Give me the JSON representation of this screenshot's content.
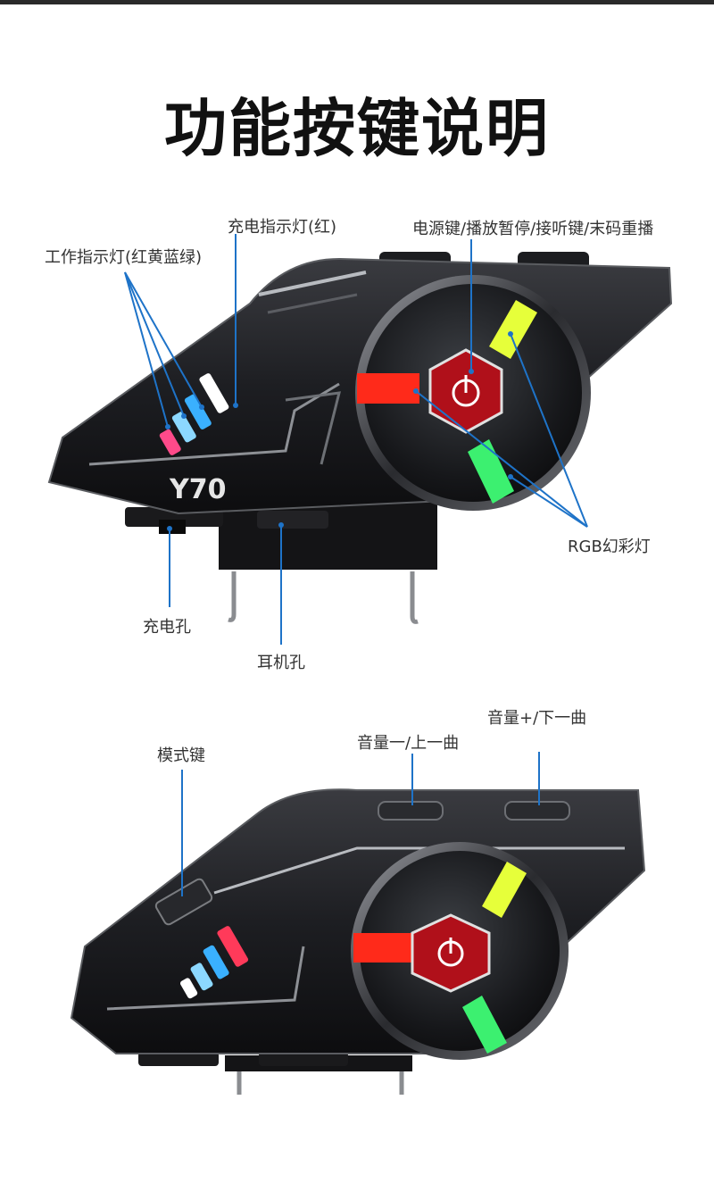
{
  "page": {
    "title": "功能按键说明"
  },
  "device_top": {
    "model_badge": "Y70",
    "labels": {
      "charge_indicator": "充电指示灯(红)",
      "work_indicator": "工作指示灯(红黄蓝绿)",
      "power_key": "电源键/播放暂停/接听键/末码重播",
      "rgb_light": "RGB幻彩灯",
      "charge_port": "充电孔",
      "earphone_port": "耳机孔"
    }
  },
  "device_bottom": {
    "labels": {
      "mode_key": "模式键",
      "volume_down": "音量一/上一曲",
      "volume_up": "音量+/下一曲"
    }
  },
  "colors": {
    "accent_line": "#1e73c8",
    "body_dark": "#1c1d20",
    "led_red": "#ff2a1a",
    "led_yellow": "#e6ff3a",
    "led_green": "#3cf070",
    "led_blue": "#2fa8ff",
    "button_red": "#b0101a"
  }
}
